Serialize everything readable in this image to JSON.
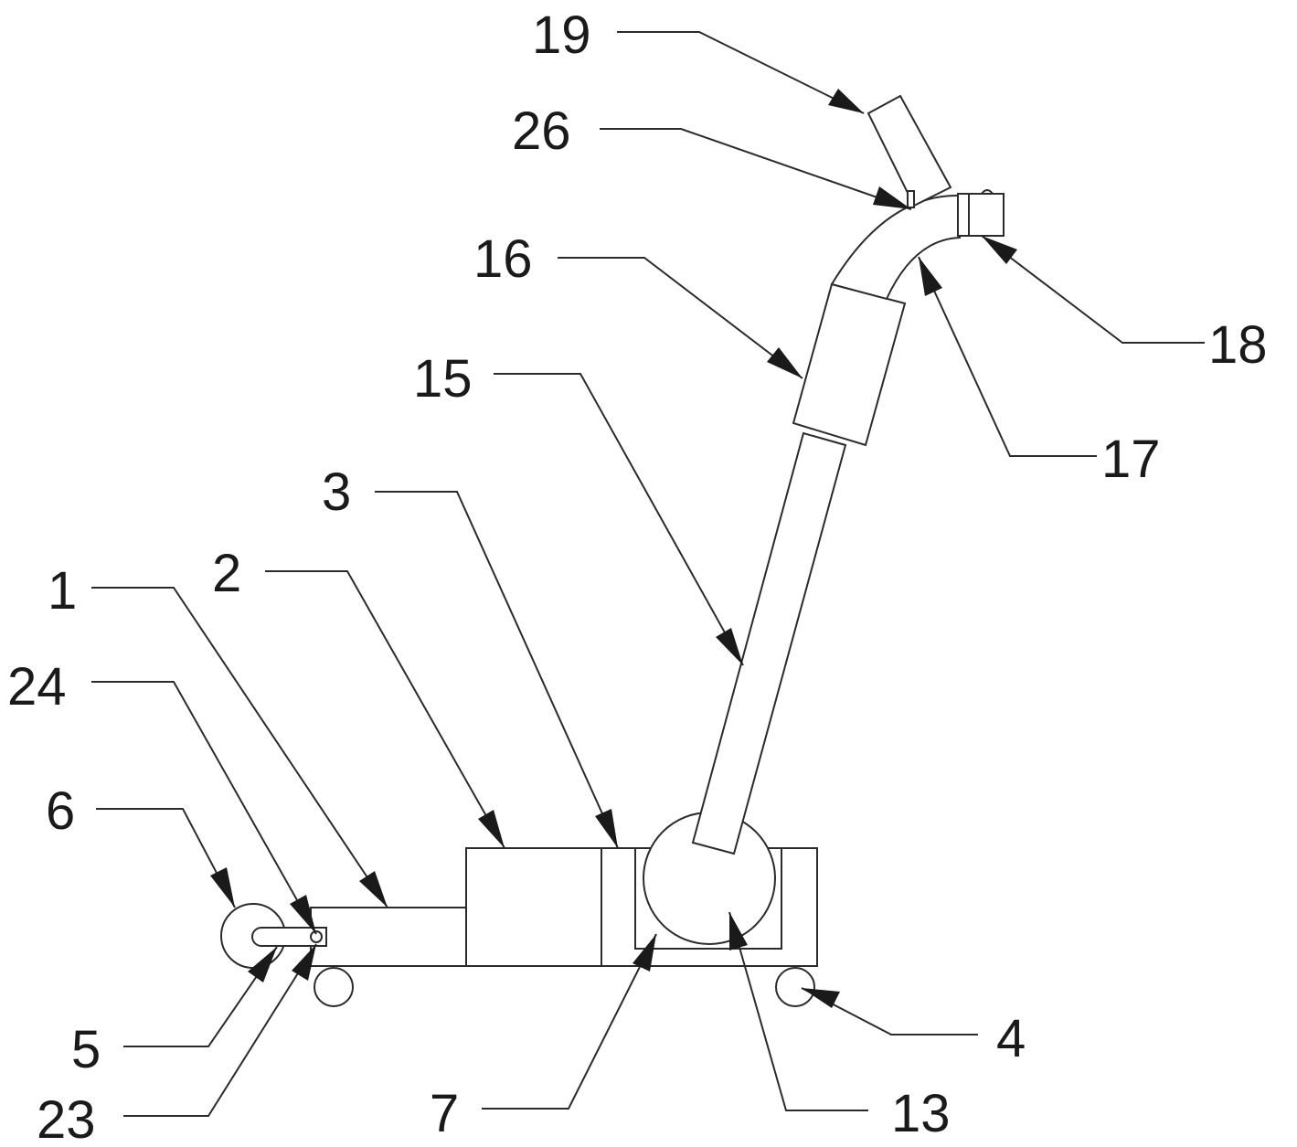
{
  "labels": {
    "l1": "1",
    "l2": "2",
    "l3": "3",
    "l4": "4",
    "l5": "5",
    "l6": "6",
    "l7": "7",
    "l13": "13",
    "l15": "15",
    "l16": "16",
    "l17": "17",
    "l18": "18",
    "l19": "19",
    "l23": "23",
    "l24": "24",
    "l26": "26"
  }
}
